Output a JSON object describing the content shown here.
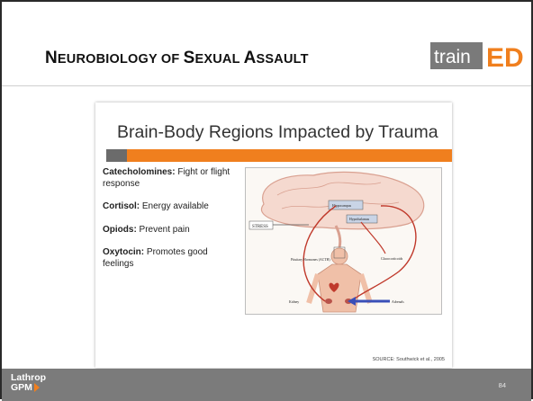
{
  "slide": {
    "title_parts": [
      "N",
      "EUROBIOLOGY OF ",
      "S",
      "EXUAL ",
      "A",
      "SSAULT"
    ],
    "logo": {
      "word1": "train",
      "word2": "ED",
      "accent": "#f07f1e",
      "box": "#7a7a7a"
    },
    "inner": {
      "title": "Brain-Body Regions Impacted by Trauma",
      "points": [
        {
          "term": "Catecholomines:",
          "desc": " Fight or flight response"
        },
        {
          "term": "Cortisol:",
          "desc": " Energy available"
        },
        {
          "term": "Opiods:",
          "desc": " Prevent pain"
        },
        {
          "term": "Oxytocin:",
          "desc": " Promotes good feelings"
        }
      ],
      "diagram_labels": {
        "stress": "STRESS",
        "hippocampus": "Hippocampus",
        "hypothalamus": "Hypothalamus",
        "pituitary": "Pituitary Hormones (ACTH)",
        "glucocorticoids": "Glucocorticoids",
        "kidney": "Kidney",
        "adrenals": "Adrenals"
      },
      "source": "SOURCE: Southwick et al., 2005"
    },
    "footer": {
      "logo_line1": "Lathrop",
      "logo_line2": "GPM",
      "page_number": "84"
    },
    "colors": {
      "accent": "#f07f1e",
      "footer": "#7b7b7b",
      "bar_dark": "#6b6b6b"
    }
  }
}
